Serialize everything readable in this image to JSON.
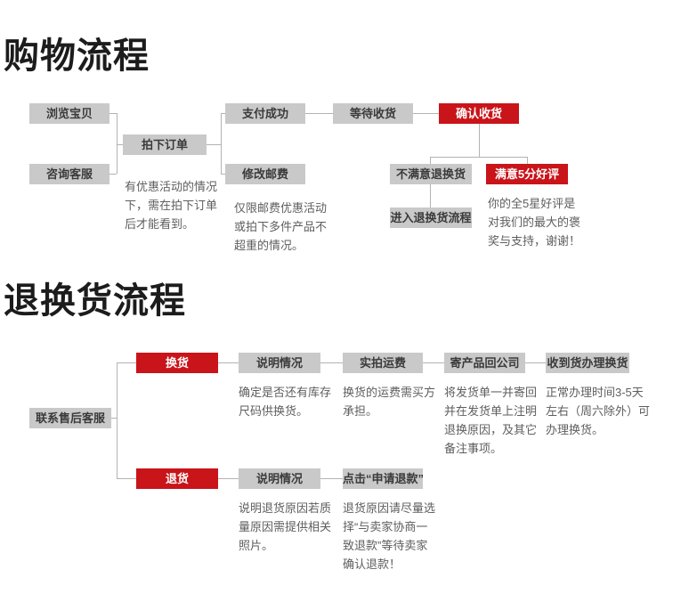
{
  "colors": {
    "red": "#c9141a",
    "gray_box": "#c9c9c9",
    "box_text": "#3a3a3a",
    "note_text": "#5e5e5e",
    "line": "#b3b3b3",
    "title": "#1c1c1c",
    "bg": "#ffffff"
  },
  "shopping": {
    "title": "购物流程",
    "boxes": {
      "browse": "浏览宝贝",
      "consult": "咨询客服",
      "order": "拍下订单",
      "pay": "支付成功",
      "postage": "修改邮费",
      "wait": "等待收货",
      "confirm": "确认收货",
      "unsatisfied": "不满意退换货",
      "satisfied": "满意5分好评",
      "enter_return": "进入退换货流程"
    },
    "notes": {
      "order": "有优惠活动的情况\n下，需在拍下订单\n后才能看到。",
      "postage": "仅限邮费优惠活动\n或拍下多件产品不\n超重的情况。",
      "praise": "你的全5星好评是\n对我们的最大的褒\n奖与支持，谢谢！"
    }
  },
  "returns": {
    "title": "退换货流程",
    "boxes": {
      "contact": "联系售后客服",
      "exchange": "换货",
      "explain_exchange": "说明情况",
      "shipping": "实拍运费",
      "send_back": "寄产品回公司",
      "receive": "收到货办理换货",
      "return": "退货",
      "explain_return": "说明情况",
      "click_refund": "点击“申请退款”"
    },
    "notes": {
      "stock": "确定是否还有库存\n尺码供换货。",
      "freight": "换货的运费需买方\n承担。",
      "invoice": "将发货单一并寄回\n并在发货单上注明\n退换原因，及其它\n备注事项。",
      "time": "正常办理时间3-5天\n左右（周六除外）可\n办理换货。",
      "reason": "说明退货原因若质\n量原因需提供相关\n照片。",
      "refund": "退货原因请尽量选\n择“与卖家协商一\n致退款”等待卖家\n确认退款！"
    }
  }
}
